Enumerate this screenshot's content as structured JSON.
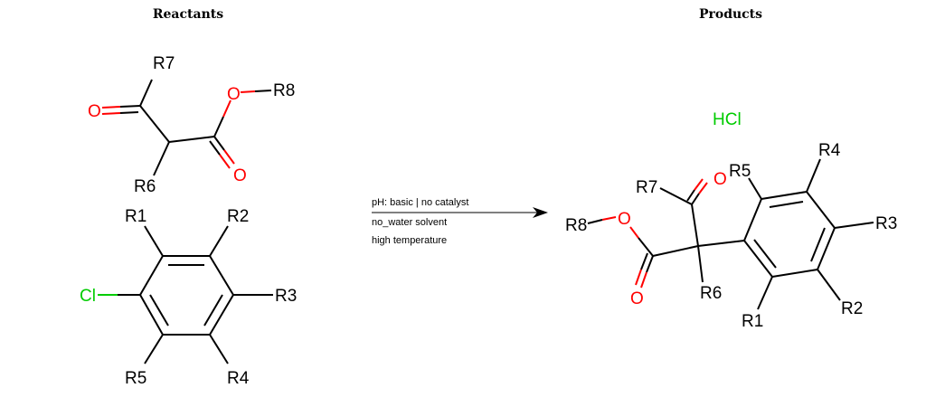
{
  "headers": {
    "reactants": "Reactants",
    "products": "Products"
  },
  "conditions": {
    "line1": "pH: basic | no catalyst",
    "line2": "no_water solvent",
    "line3": "high temperature"
  },
  "reactant1": {
    "r7": "R7",
    "r8": "R8",
    "r6": "R6",
    "o_ketone": "O",
    "o_ester_single": "O",
    "o_ester_double": "O"
  },
  "reactant2": {
    "r1": "R1",
    "r2": "R2",
    "r3": "R3",
    "r4": "R4",
    "r5": "R5",
    "cl": "Cl"
  },
  "product": {
    "r1": "R1",
    "r2": "R2",
    "r3": "R3",
    "r4": "R4",
    "r5": "R5",
    "r6": "R6",
    "r7": "R7",
    "r8": "R8",
    "o_ketone": "O",
    "o_ester_single": "O",
    "o_ester_double": "O",
    "hcl": "HCl"
  },
  "colors": {
    "oxygen": "#ff0000",
    "chlorine": "#00cc00",
    "carbon": "#000000"
  }
}
